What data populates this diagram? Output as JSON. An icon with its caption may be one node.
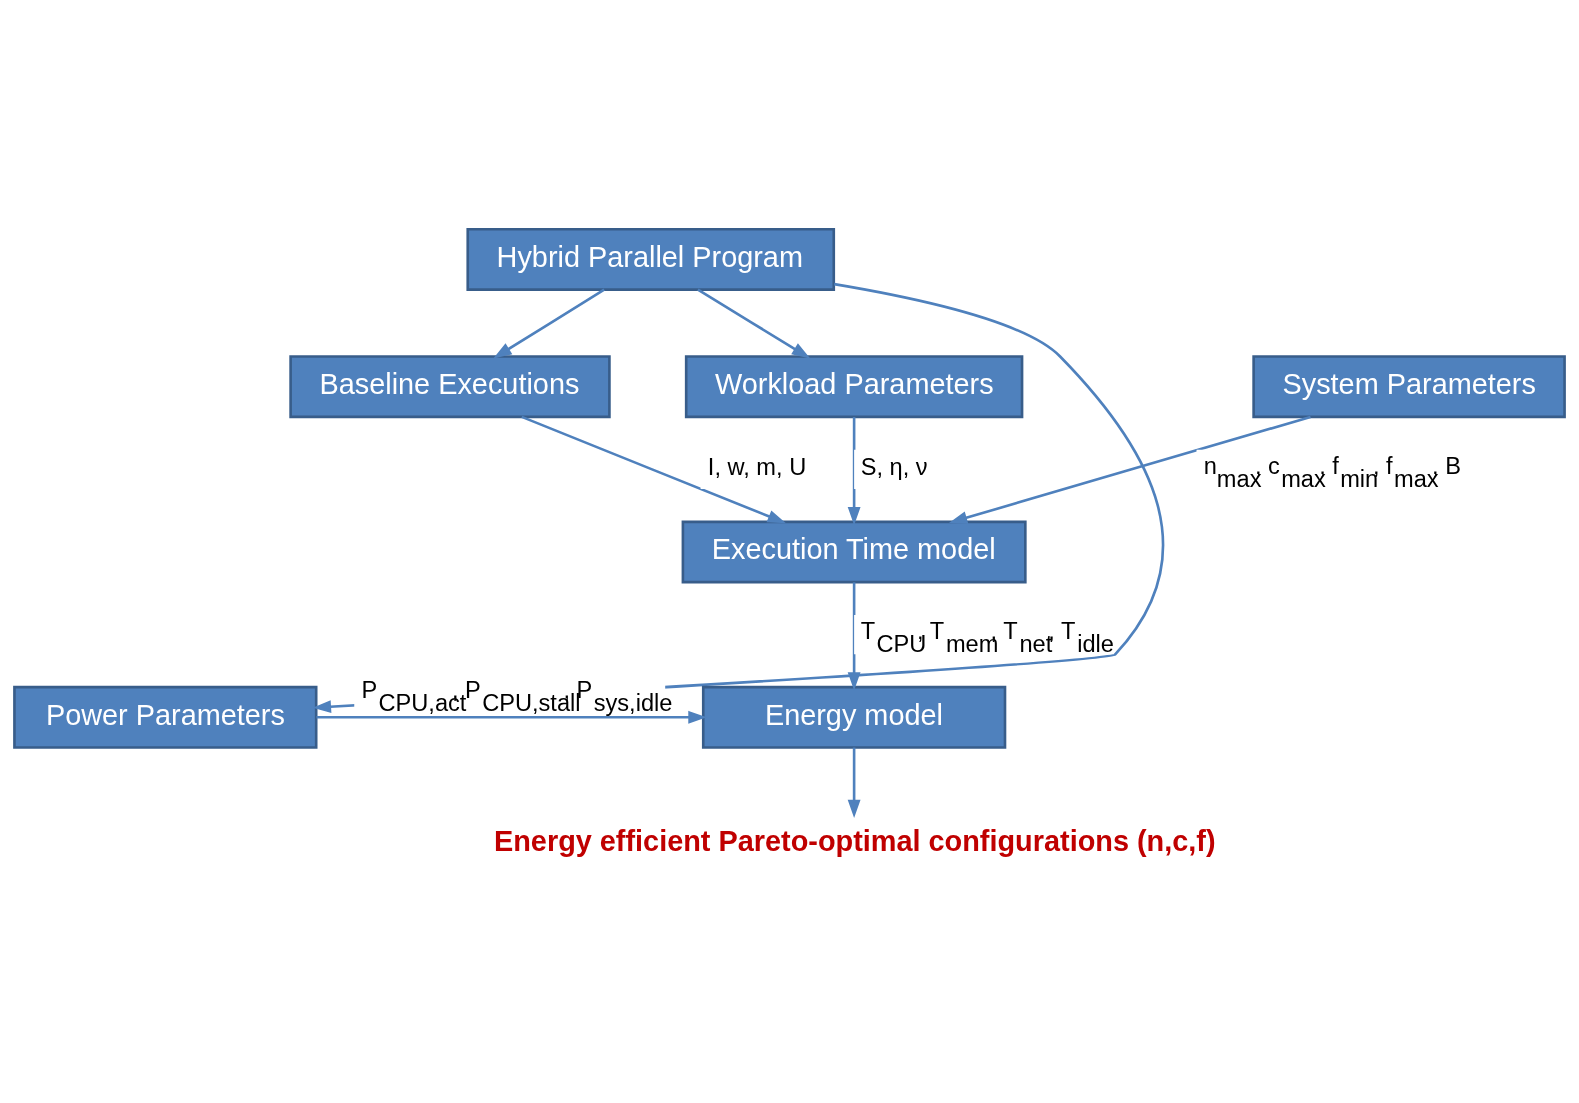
{
  "diagram": {
    "nodes": [
      {
        "text": [
          "Hybrid Parallel Program"
        ]
      },
      {
        "text": [
          "Baseline Executions"
        ]
      },
      {
        "text": [
          "Workload Parameters"
        ]
      },
      {
        "text": [
          "System Parameters"
        ]
      },
      {
        "text": [
          "Execution Time model"
        ]
      },
      {
        "text": [
          "Energy model"
        ]
      },
      {
        "text": [
          "Power Parameters"
        ]
      },
      {
        "text": [
          "Energy efficient Pareto-optimal configurations (n,c,f)"
        ]
      }
    ],
    "edges": [
      {
        "from": 0,
        "to": 1,
        "arrow": "to"
      },
      {
        "from": 0,
        "to": 2,
        "arrow": "to"
      },
      {
        "from": 0,
        "to": 6,
        "arrow": "to"
      },
      {
        "from": 1,
        "to": 4,
        "arrow": "to",
        "label": "I, w, m, U"
      },
      {
        "from": 2,
        "to": 4,
        "arrow": "to",
        "label": "S, η, ν"
      },
      {
        "from": 3,
        "to": 4,
        "arrow": "to",
        "label": "n$_{max}$, c$_{max}$, f$_{min}$, f$_{max}$, B"
      },
      {
        "from": 4,
        "to": 5,
        "arrow": "to",
        "label": "T$_{CPU}$, T$_{mem}$, T$_{net}$, T$_{idle}$"
      },
      {
        "from": 6,
        "to": 5,
        "arrow": "to",
        "label": "P$_{CPU,act}$, P$_{CPU,stall}$, P$_{sys,idle}$"
      },
      {
        "from": 5,
        "to": 7,
        "arrow": "to"
      }
    ]
  }
}
